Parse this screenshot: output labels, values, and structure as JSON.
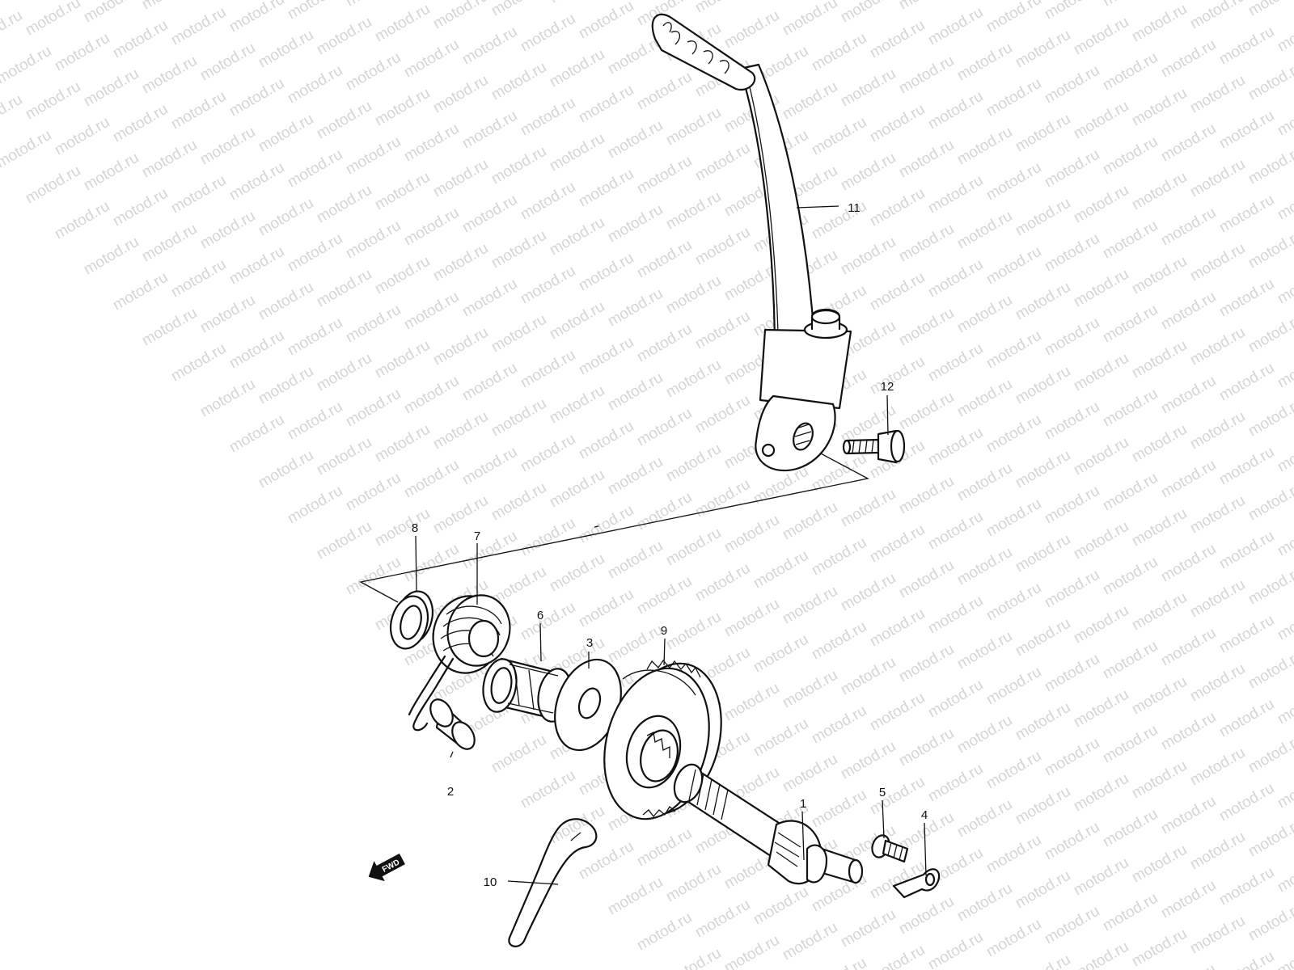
{
  "watermark": {
    "text": "motod.ru",
    "color": "#d4d4d4"
  },
  "direction_marker": {
    "label": "FWD",
    "icon": "arrow-left-icon"
  },
  "callouts": [
    {
      "id": "1",
      "label": "1"
    },
    {
      "id": "2",
      "label": "2"
    },
    {
      "id": "3",
      "label": "3"
    },
    {
      "id": "4",
      "label": "4"
    },
    {
      "id": "5",
      "label": "5"
    },
    {
      "id": "6",
      "label": "6"
    },
    {
      "id": "7",
      "label": "7"
    },
    {
      "id": "8",
      "label": "8"
    },
    {
      "id": "9",
      "label": "9"
    },
    {
      "id": "10",
      "label": "10"
    },
    {
      "id": "11",
      "label": "11"
    },
    {
      "id": "12",
      "label": "12"
    }
  ]
}
